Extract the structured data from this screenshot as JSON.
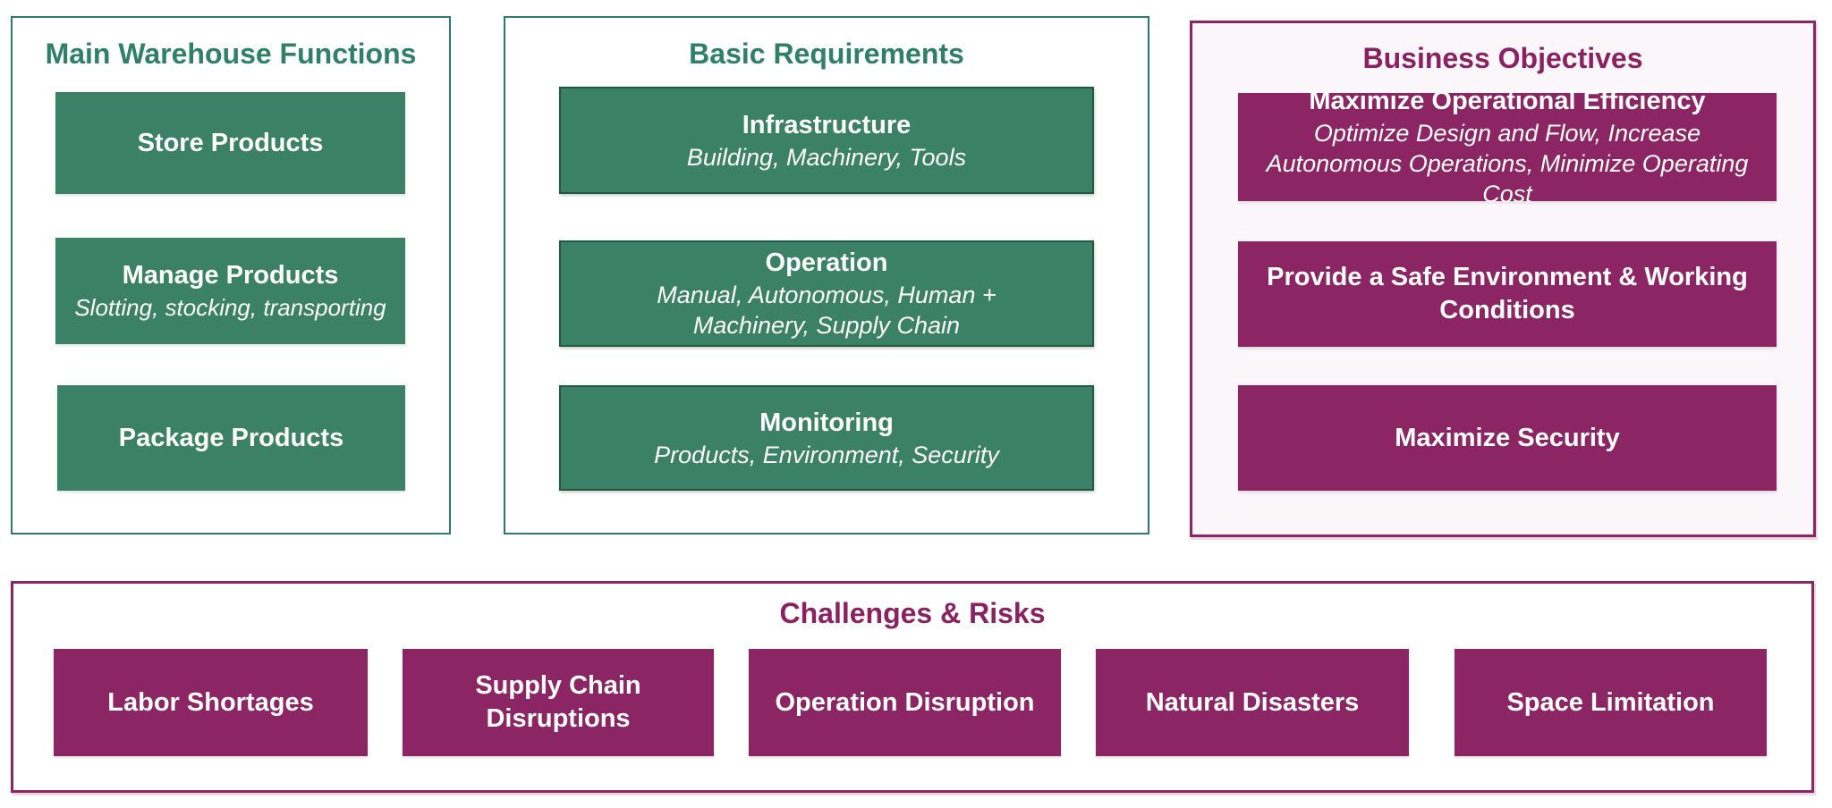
{
  "colors": {
    "green_fill": "#3B8168",
    "green_box_border": "#1E5B43",
    "green_panel_border": "#2E7D62",
    "green_title_text": "#2F8166",
    "purple_fill": "#8B2563",
    "purple_panel_border": "#8B2563",
    "purple_title_text": "#8B2162",
    "objectives_panel_bg": "#FAF6FA",
    "node_text": "#FFFFFF"
  },
  "panels": {
    "functions": {
      "title": "Main Warehouse Functions",
      "items": [
        {
          "title": "Store Products",
          "subtitle": ""
        },
        {
          "title": "Manage Products",
          "subtitle": "Slotting, stocking, transporting"
        },
        {
          "title": "Package Products",
          "subtitle": ""
        }
      ]
    },
    "requirements": {
      "title": "Basic Requirements",
      "items": [
        {
          "title": "Infrastructure",
          "subtitle": "Building, Machinery, Tools"
        },
        {
          "title": "Operation",
          "subtitle": "Manual, Autonomous, Human + Machinery, Supply Chain"
        },
        {
          "title": "Monitoring",
          "subtitle": "Products, Environment, Security"
        }
      ]
    },
    "objectives": {
      "title": "Business Objectives",
      "items": [
        {
          "title": "Maximize Operational Efficiency",
          "subtitle": "Optimize Design and Flow, Increase Autonomous Operations, Minimize Operating Cost"
        },
        {
          "title": "Provide a Safe Environment & Working Conditions",
          "subtitle": ""
        },
        {
          "title": "Maximize Security",
          "subtitle": ""
        }
      ]
    },
    "challenges": {
      "title": "Challenges & Risks",
      "items": [
        {
          "title": "Labor Shortages"
        },
        {
          "title": "Supply Chain Disruptions"
        },
        {
          "title": "Operation Disruption"
        },
        {
          "title": "Natural Disasters"
        },
        {
          "title": "Space Limitation"
        }
      ]
    }
  }
}
